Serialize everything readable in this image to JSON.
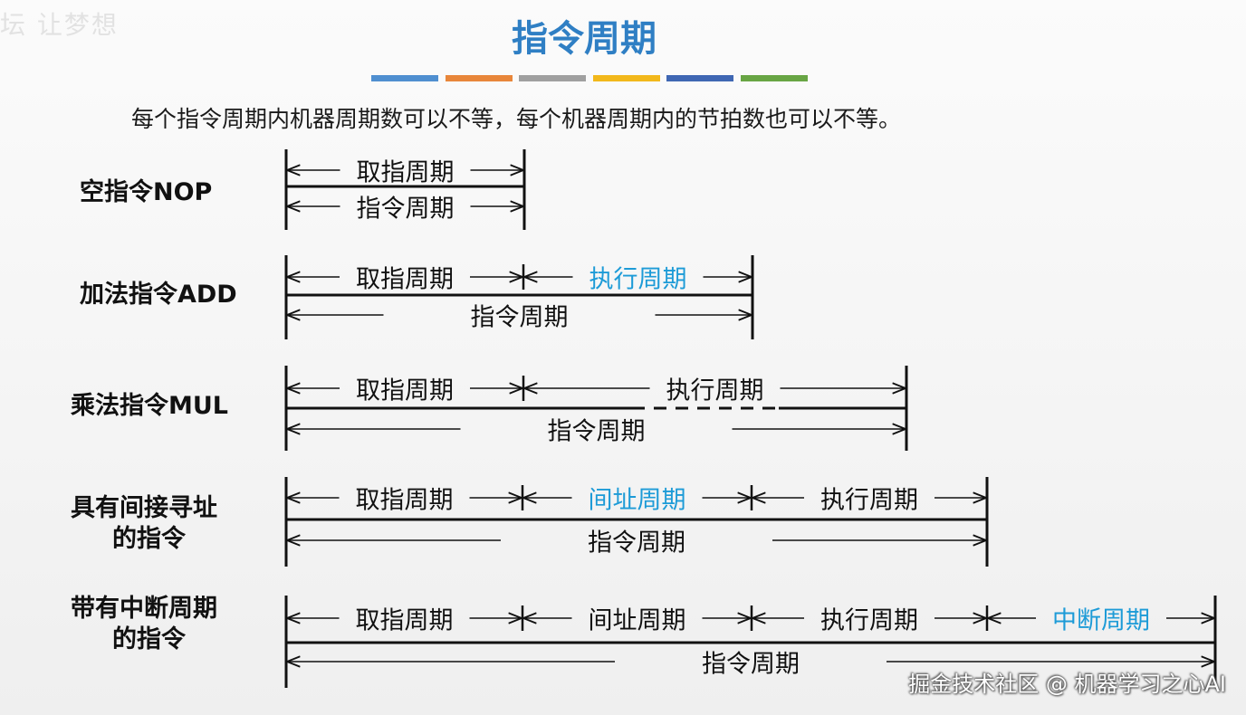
{
  "corner_logo": "坛 让梦想",
  "title": "指令周期",
  "title_bar_colors": [
    "#4f8fd0",
    "#e8863a",
    "#a0a0a0",
    "#f2b81b",
    "#3f67b3",
    "#68a544"
  ],
  "subtitle": "每个指令周期内机器周期数可以不等，每个机器周期内的节拍数也可以不等。",
  "highlight_color": "#1d9bd7",
  "rows": [
    {
      "label_lines": [
        "空指令NOP"
      ],
      "segments": [
        {
          "label": "取指周期",
          "highlight": false
        }
      ],
      "total_label": "指令周期"
    },
    {
      "label_lines": [
        "加法指令ADD"
      ],
      "segments": [
        {
          "label": "取指周期",
          "highlight": false
        },
        {
          "label": "执行周期",
          "highlight": true
        }
      ],
      "total_label": "指令周期"
    },
    {
      "label_lines": [
        "乘法指令MUL"
      ],
      "segments": [
        {
          "label": "取指周期",
          "highlight": false
        },
        {
          "label": "执行周期",
          "highlight": false,
          "dashed": true
        }
      ],
      "total_label": "指令周期"
    },
    {
      "label_lines": [
        "具有间接寻址",
        "的指令"
      ],
      "segments": [
        {
          "label": "取指周期",
          "highlight": false
        },
        {
          "label": "间址周期",
          "highlight": true
        },
        {
          "label": "执行周期",
          "highlight": false
        }
      ],
      "total_label": "指令周期"
    },
    {
      "label_lines": [
        "带有中断周期",
        "的指令"
      ],
      "segments": [
        {
          "label": "取指周期",
          "highlight": false
        },
        {
          "label": "间址周期",
          "highlight": false
        },
        {
          "label": "执行周期",
          "highlight": false
        },
        {
          "label": "中断周期",
          "highlight": true
        }
      ],
      "total_label": "指令周期"
    }
  ],
  "watermark": "掘金技术社区 @ 机器学习之心AI"
}
